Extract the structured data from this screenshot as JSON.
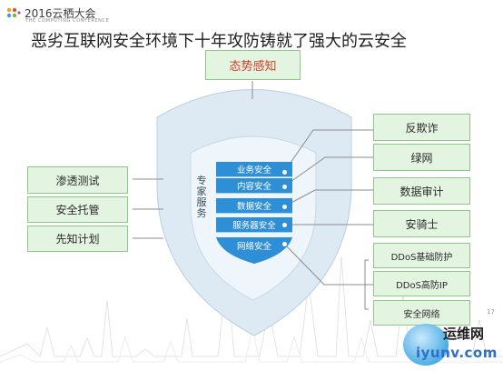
{
  "header": {
    "event_name": "2016云栖大会",
    "event_subtitle": "THE COMPUTING CONFERENCE"
  },
  "slide": {
    "title": "恶劣互联网安全环境下十年攻防铸就了强大的云安全",
    "page_number": "17"
  },
  "diagram": {
    "top_label": "态势感知",
    "expert_label": "专家服务",
    "layers": [
      "业务安全",
      "内容安全",
      "数据安全",
      "服务器安全",
      "网络安全"
    ],
    "left_services": [
      "渗透测试",
      "安全托管",
      "先知计划"
    ],
    "right_services": [
      "反欺诈",
      "绿网",
      "数据审计",
      "安骑士",
      "DDoS基础防护",
      "DDoS高防IP",
      "安全网络"
    ]
  },
  "watermark": {
    "line1": "运维网",
    "line2": "iyunv.com"
  },
  "colors": {
    "green_box_fill": "#e3f4e0",
    "green_box_border": "#8cc985",
    "shield_outer": "#dde9f3",
    "shield_inner": "#eef5fb",
    "layer_blue": "#2f8fd6",
    "top_label_red": "#d43d2c"
  }
}
